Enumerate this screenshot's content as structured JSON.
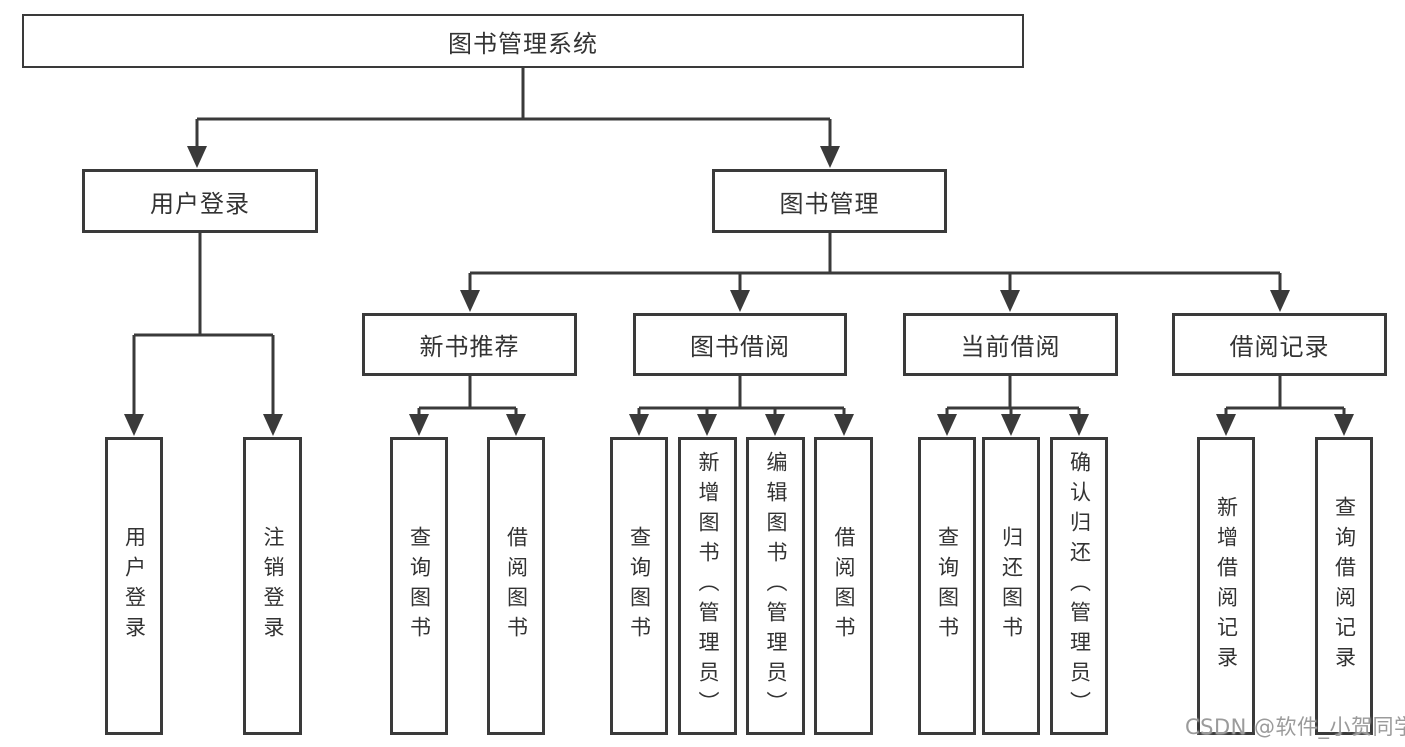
{
  "colors": {
    "line": "#3a3a3a",
    "box_border": "#3a3a3a",
    "box_background": "#ffffff",
    "page_background": "#ffffff",
    "text": "#333333",
    "watermark_text": "#9b9b9b"
  },
  "nodes": {
    "root": "图书管理系统",
    "user_login": "用户登录",
    "book_mgmt": "图书管理",
    "new_book_rec": "新书推荐",
    "book_borrow": "图书借阅",
    "current_borrow": "当前借阅",
    "borrow_record": "借阅记录",
    "leaf_user_login": "用户登录",
    "leaf_logout": "注销登录",
    "leaf_rec_query": "查询图书",
    "leaf_rec_borrow": "借阅图书",
    "leaf_bb_query": "查询图书",
    "leaf_bb_add": "新增图书（管理员）",
    "leaf_bb_edit": "编辑图书（管理员）",
    "leaf_bb_borrow": "借阅图书",
    "leaf_cb_query": "查询图书",
    "leaf_cb_return": "归还图书",
    "leaf_cb_confirm": "确认归还（管理员）",
    "leaf_br_add": "新增借阅记录",
    "leaf_br_query": "查询借阅记录"
  },
  "watermark": "CSDN @软件_小贺同学"
}
